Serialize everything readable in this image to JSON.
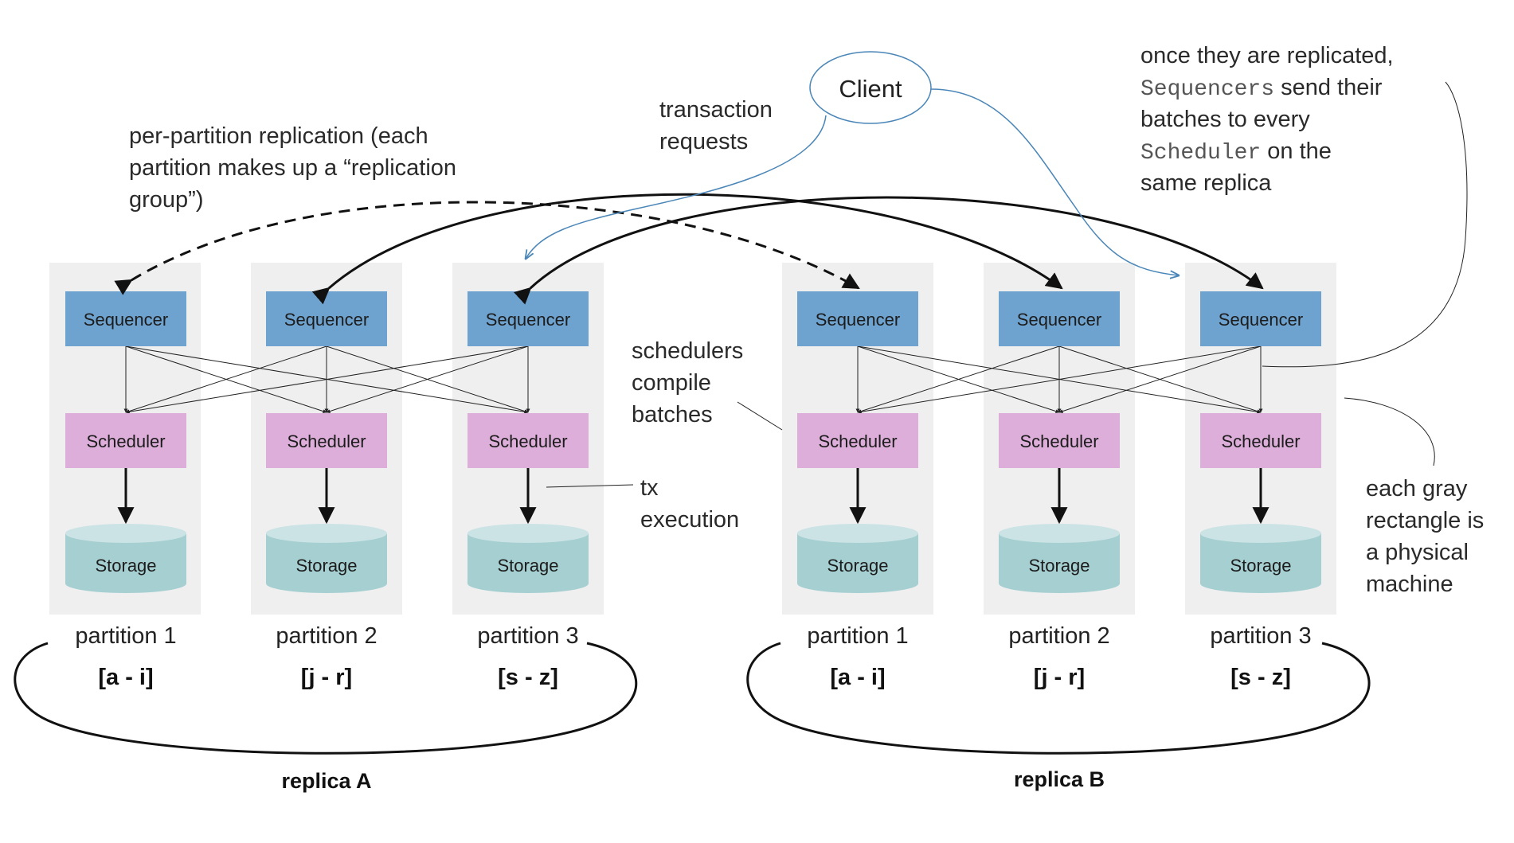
{
  "client": {
    "label": "Client"
  },
  "box_labels": {
    "sequencer": "Sequencer",
    "scheduler": "Scheduler",
    "storage": "Storage"
  },
  "replicas": [
    {
      "label": "replica A",
      "partitions": [
        {
          "name": "partition 1",
          "range": "[a - i]"
        },
        {
          "name": "partition 2",
          "range": "[j - r]"
        },
        {
          "name": "partition 3",
          "range": "[s - z]"
        }
      ]
    },
    {
      "label": "replica B",
      "partitions": [
        {
          "name": "partition 1",
          "range": "[a - i]"
        },
        {
          "name": "partition 2",
          "range": "[j - r]"
        },
        {
          "name": "partition 3",
          "range": "[s - z]"
        }
      ]
    }
  ],
  "annotations": {
    "replication": [
      "per-partition replication (each",
      "partition makes up a “replication",
      "group”)"
    ],
    "transaction_requests": [
      "transaction",
      "requests"
    ],
    "schedulers_compile": [
      "schedulers",
      "compile",
      "batches"
    ],
    "tx_execution": [
      "tx",
      "execution"
    ],
    "gray_rectangle": [
      "each gray",
      "rectangle is",
      "a physical",
      "machine"
    ],
    "replicated": {
      "line1": "once they are replicated,",
      "line2_code": "Sequencers",
      "line2_text": " send their",
      "line3": "batches to every",
      "line4_code": "Scheduler",
      "line4_text": " on the",
      "line5": "same replica"
    }
  },
  "colors": {
    "machine_bg": "#efefef",
    "sequencer": "#6fa3cf",
    "scheduler": "#dcaed9",
    "storage": "#a5cfd1",
    "storage_top": "#cbe3e5",
    "client_arrow": "#4a86b8"
  }
}
